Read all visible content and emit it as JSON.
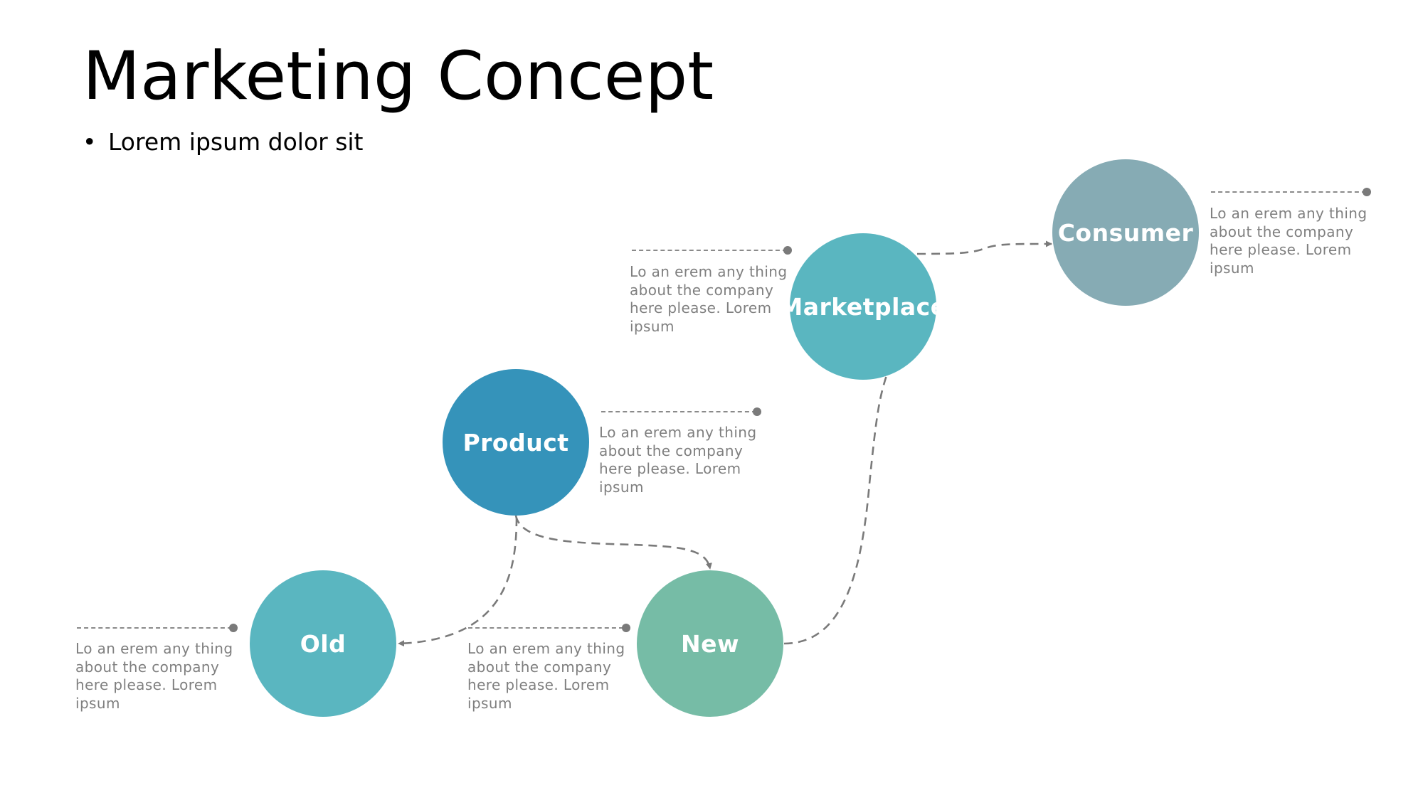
{
  "slide": {
    "title": "Marketing Concept",
    "bullet": "Lorem ipsum dolor sit"
  },
  "colors": {
    "marketplace": "#5ab6c0",
    "consumer": "#86abb4",
    "product": "#3593ba",
    "old": "#5ab6c0",
    "new": "#76bca6",
    "connector": "#7a7a7a",
    "callout_text": "#7f7f7f"
  },
  "nodes": {
    "marketplace": {
      "label": "Marketplace"
    },
    "consumer": {
      "label": "Consumer"
    },
    "product": {
      "label": "Product"
    },
    "old": {
      "label": "Old"
    },
    "new": {
      "label": "New"
    }
  },
  "callouts": {
    "marketplace": "Lo an erem any thing about the company here please. Lorem ipsum",
    "consumer": "Lo an erem any thing about the company here please. Lorem ipsum",
    "product": "Lo an erem any thing about the company here please. Lorem ipsum",
    "old": "Lo an erem any thing about the company here please. Lorem ipsum",
    "new": "Lo an erem any thing about the company here please. Lorem ipsum"
  },
  "connectors": [
    {
      "from": "marketplace",
      "to": "consumer",
      "style": "dashed-arrow"
    },
    {
      "from": "product",
      "to": "new",
      "style": "dashed-arrow"
    },
    {
      "from": "product",
      "to": "old",
      "style": "dashed-arrow"
    },
    {
      "from": "new",
      "to": "marketplace",
      "style": "dashed"
    }
  ]
}
